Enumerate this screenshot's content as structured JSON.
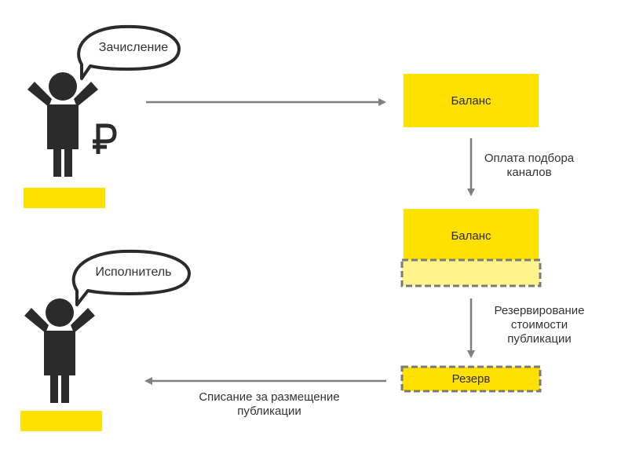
{
  "colors": {
    "accent": "#FFE100",
    "accent_light": "#FFF38C",
    "figure": "#2B2B2B",
    "arrow": "#808080",
    "dashed_border": "#7A7A7A"
  },
  "top_person": {
    "speech_bubble": "Зачисление",
    "currency_icon": "ruble-sign-icon"
  },
  "bottom_person": {
    "speech_bubble": "Исполнитель"
  },
  "boxes": {
    "balance_1": "Баланс",
    "balance_2": "Баланс",
    "reserve": "Резерв"
  },
  "arrows": {
    "selection_payment": [
      "Оплата подбора",
      "каналов"
    ],
    "cost_reservation": [
      "Резервирование",
      "стоимости",
      "публикации"
    ],
    "placement_writeoff": [
      "Списание за размещение",
      "публикации"
    ]
  }
}
